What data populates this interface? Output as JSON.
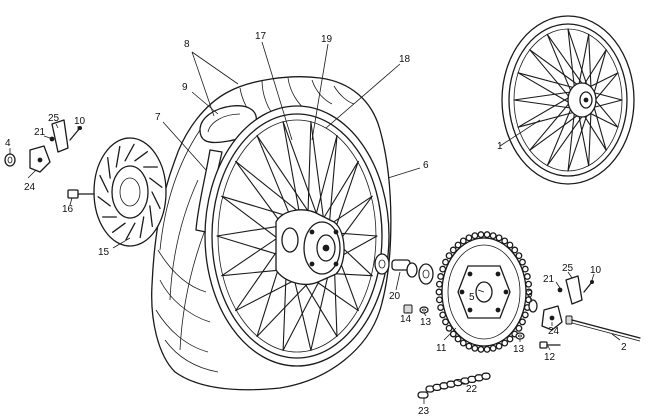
{
  "callouts": {
    "c1": "1",
    "c2": "2",
    "c4": "4",
    "c5": "5",
    "c6": "6",
    "c7": "7",
    "c8": "8",
    "c9": "9",
    "c10": "10",
    "c10b": "10",
    "c11": "11",
    "c12": "12",
    "c13": "13",
    "c13b": "13",
    "c14": "14",
    "c15": "15",
    "c16": "16",
    "c17": "17",
    "c18": "18",
    "c19": "19",
    "c20": "20",
    "c21": "21",
    "c21b": "21",
    "c22": "22",
    "c23": "23",
    "c24": "24",
    "c24b": "24",
    "c25": "25",
    "c25b": "25"
  }
}
